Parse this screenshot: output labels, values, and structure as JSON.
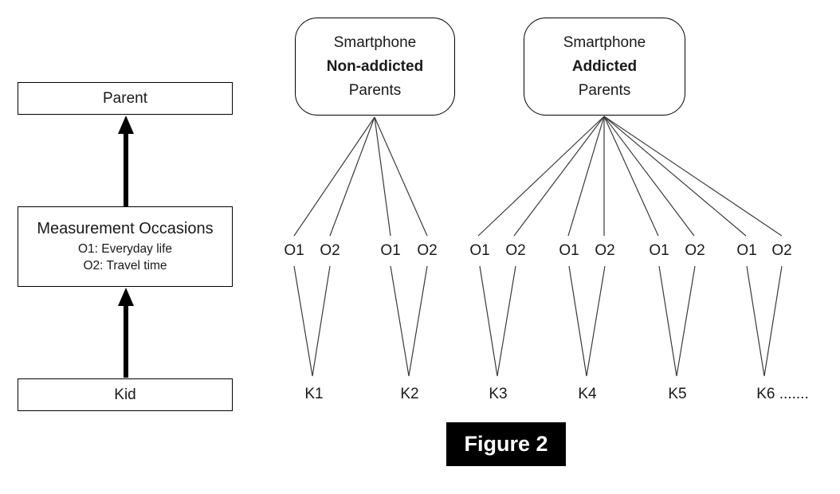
{
  "left_panel": {
    "parent_label": "Parent",
    "measurement_title": "Measurement Occasions",
    "measurement_line1": "O1: Everyday life",
    "measurement_line2": "O2: Travel time",
    "kid_label": "Kid"
  },
  "groups": [
    {
      "line1": "Smartphone",
      "line2": "Non-addicted",
      "line3": "Parents"
    },
    {
      "line1": "Smartphone",
      "line2": "Addicted",
      "line3": "Parents"
    }
  ],
  "occasion_labels": [
    "O1",
    "O2",
    "O1",
    "O2",
    "O1",
    "O2",
    "O1",
    "O2",
    "O1",
    "O2",
    "O1",
    "O2"
  ],
  "kid_labels": [
    "K1",
    "K2",
    "K3",
    "K4",
    "K5",
    "K6 ......."
  ],
  "figure_caption": "Figure 2",
  "colors": {
    "background": "#ffffff",
    "box_border": "#000000",
    "connector_line": "#3a3a3a",
    "arrow": "#000000",
    "caption_bg": "#000000",
    "caption_text": "#ffffff"
  }
}
